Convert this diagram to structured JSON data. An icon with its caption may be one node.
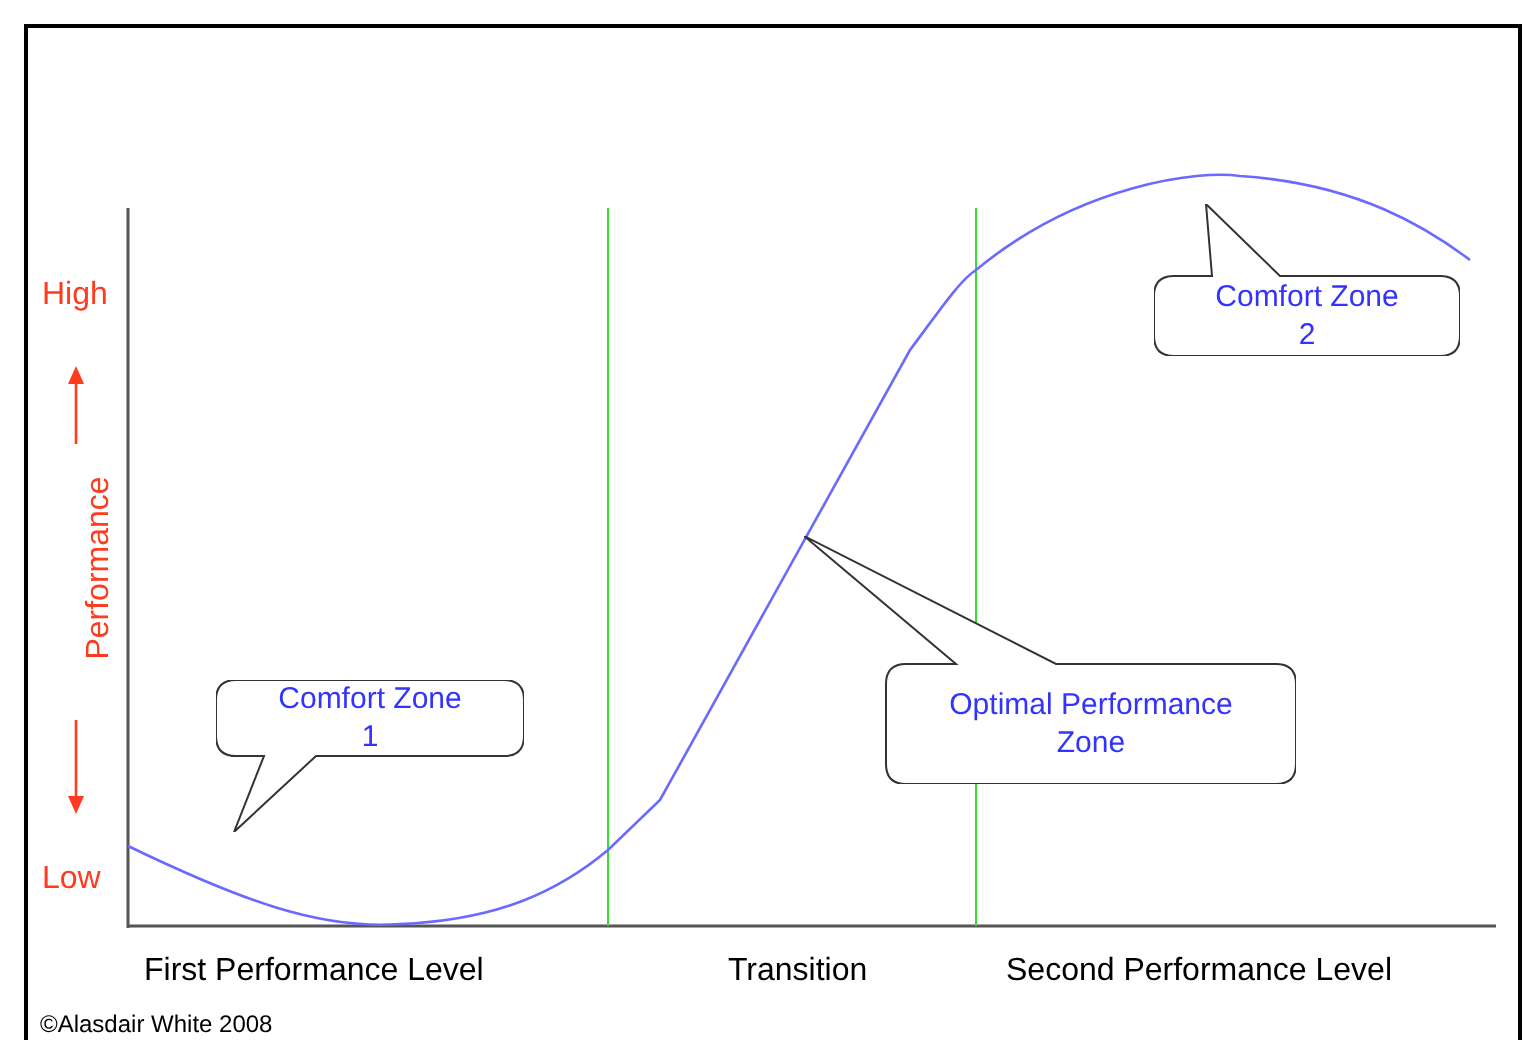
{
  "diagram": {
    "nodes": [
      {
        "text": [
          "Comfort Zone 1"
        ]
      },
      {
        "text": [
          "Optimal Performance Zone"
        ]
      },
      {
        "text": [
          "Comfort Zone 2"
        ]
      }
    ],
    "labels": [
      "High",
      "Performance",
      "Low",
      "First Performance Level",
      "Transition",
      "Second Performance Level",
      "©Alasdair White 2008"
    ]
  }
}
